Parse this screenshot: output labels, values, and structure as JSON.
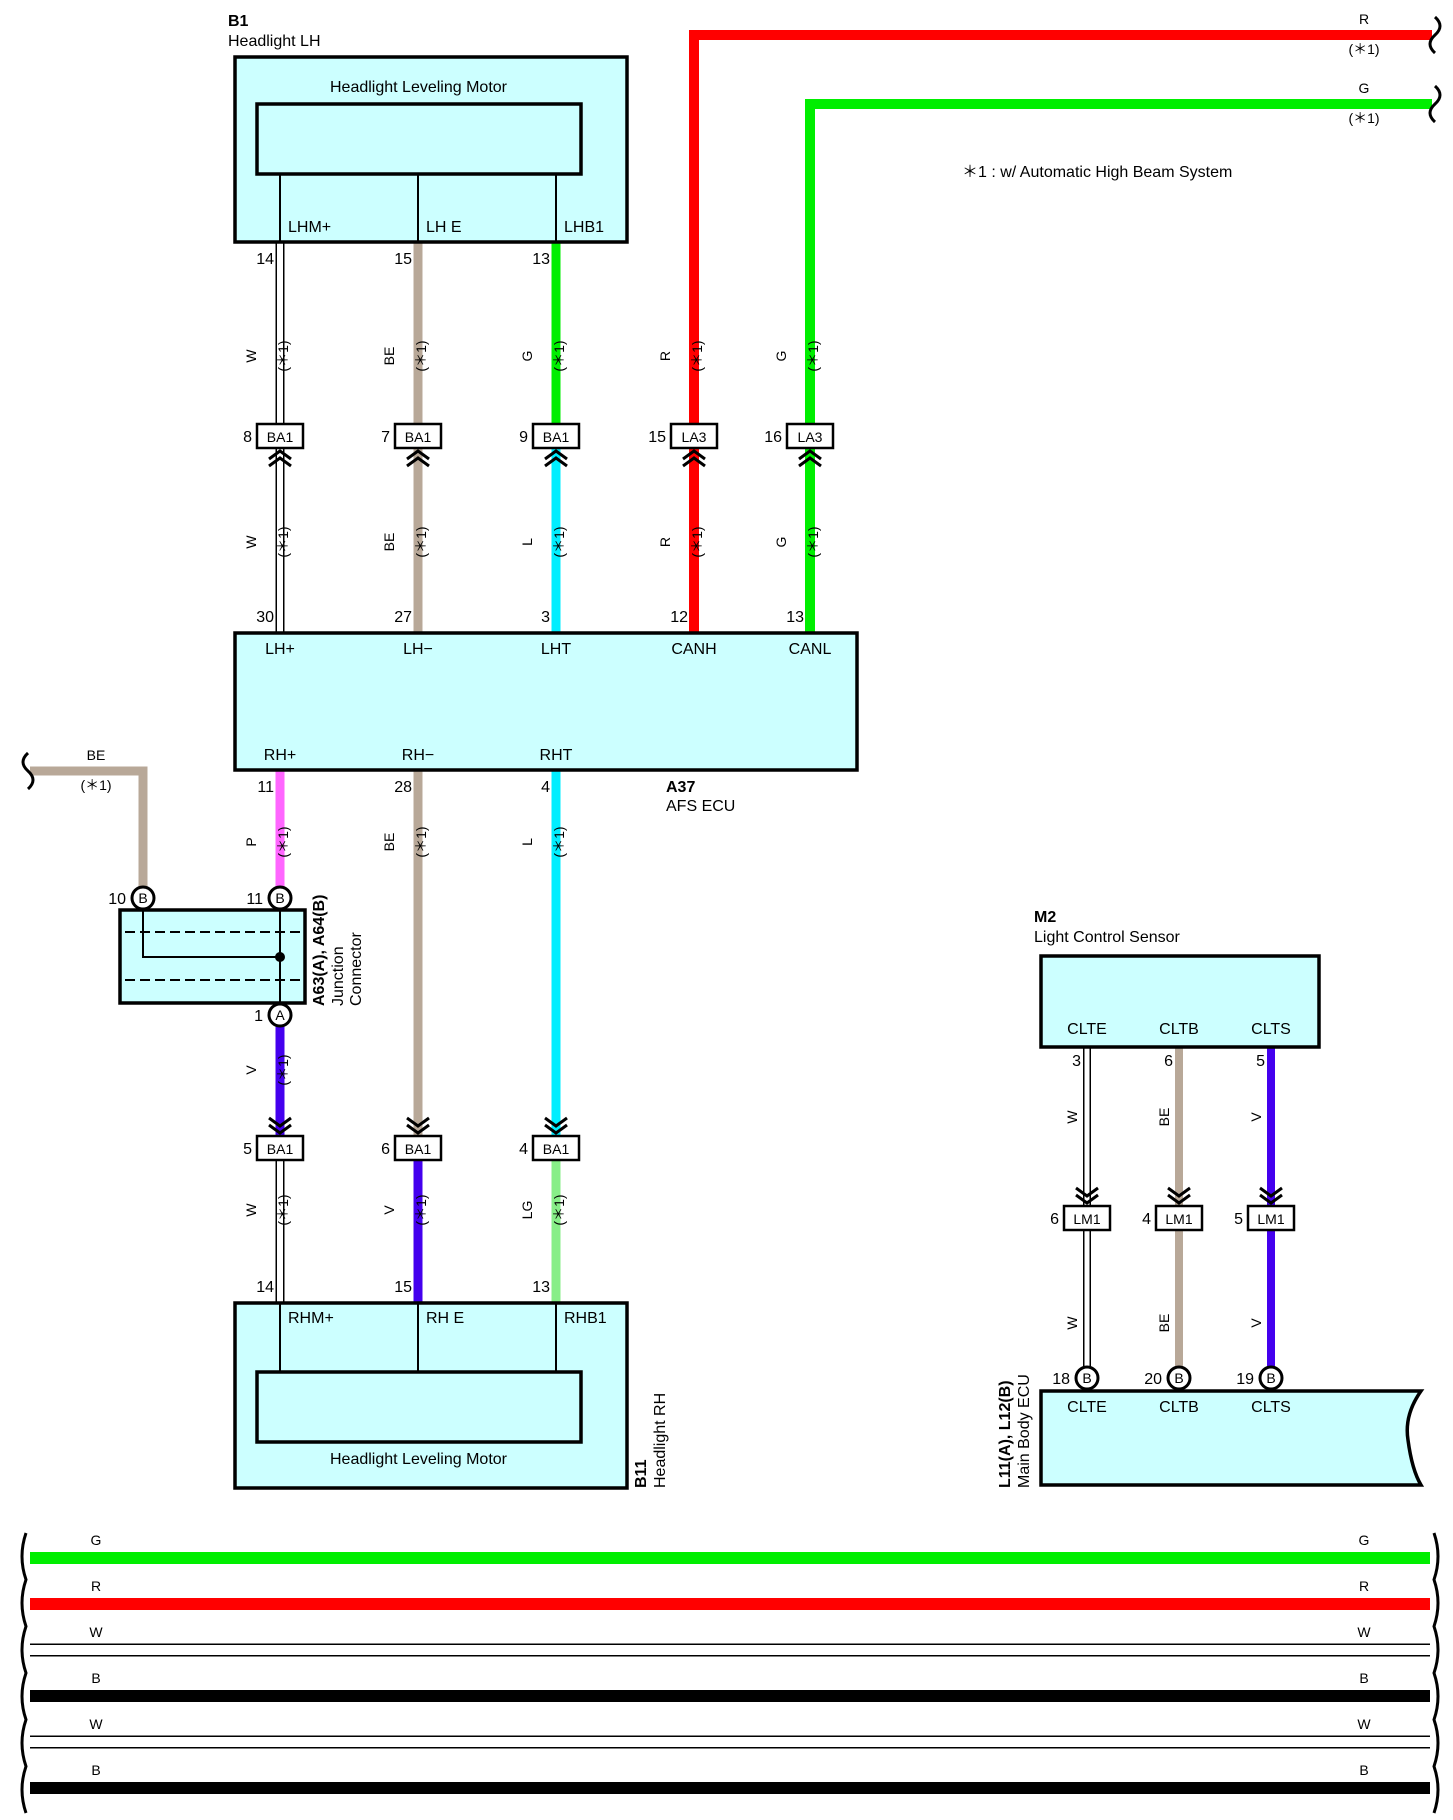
{
  "note": "＊1 : w/ Automatic High Beam System",
  "cond": "(＊1)",
  "components": {
    "b1": {
      "code": "B1",
      "name": "Headlight LH",
      "motor": "Headlight Leveling Motor",
      "pins": [
        {
          "label": "LHM+",
          "num": "14"
        },
        {
          "label": "LH E",
          "num": "15"
        },
        {
          "label": "LHB1",
          "num": "13"
        }
      ]
    },
    "a37": {
      "code": "A37",
      "name": "AFS ECU",
      "top_pins": [
        {
          "label": "LH+",
          "num": "30"
        },
        {
          "label": "LH−",
          "num": "27"
        },
        {
          "label": "LHT",
          "num": "3"
        },
        {
          "label": "CANH",
          "num": "12"
        },
        {
          "label": "CANL",
          "num": "13"
        }
      ],
      "bottom_pins": [
        {
          "label": "RH+",
          "num": "11"
        },
        {
          "label": "RH−",
          "num": "28"
        },
        {
          "label": "RHT",
          "num": "4"
        }
      ]
    },
    "b11": {
      "code": "B11",
      "name": "Headlight RH",
      "motor": "Headlight Leveling Motor",
      "pins": [
        {
          "label": "RHM+",
          "num": "14"
        },
        {
          "label": "RH E",
          "num": "15"
        },
        {
          "label": "RHB1",
          "num": "13"
        }
      ]
    },
    "junction": {
      "code": "A63(A), A64(B)",
      "name1": "Junction",
      "name2": "Connector",
      "pins": [
        {
          "num": "10",
          "letter": "B"
        },
        {
          "num": "11",
          "letter": "B"
        },
        {
          "num": "1",
          "letter": "A"
        }
      ]
    },
    "m2": {
      "code": "M2",
      "name": "Light Control Sensor",
      "pins": [
        {
          "label": "CLTE",
          "num": "3"
        },
        {
          "label": "CLTB",
          "num": "6"
        },
        {
          "label": "CLTS",
          "num": "5"
        }
      ]
    },
    "body_ecu": {
      "code": "L11(A), L12(B)",
      "name": "Main Body ECU",
      "pins": [
        {
          "label": "CLTE",
          "num": "18",
          "letter": "B"
        },
        {
          "label": "CLTB",
          "num": "20",
          "letter": "B"
        },
        {
          "label": "CLTS",
          "num": "19",
          "letter": "B"
        }
      ]
    }
  },
  "connectors_upper": [
    {
      "code": "BA1",
      "num": "8"
    },
    {
      "code": "BA1",
      "num": "7"
    },
    {
      "code": "BA1",
      "num": "9"
    },
    {
      "code": "LA3",
      "num": "15"
    },
    {
      "code": "LA3",
      "num": "16"
    }
  ],
  "connectors_lower": [
    {
      "code": "BA1",
      "num": "5"
    },
    {
      "code": "BA1",
      "num": "6"
    },
    {
      "code": "BA1",
      "num": "4"
    }
  ],
  "connectors_lm": [
    {
      "code": "LM1",
      "num": "6"
    },
    {
      "code": "LM1",
      "num": "4"
    },
    {
      "code": "LM1",
      "num": "5"
    }
  ],
  "wire_labels": {
    "w1_top": "W",
    "w2_top": "BE",
    "w3_top": "G",
    "w4_top": "R",
    "w5_top": "G",
    "w1_bot": "W",
    "w2_bot": "BE",
    "w3_bot": "L",
    "w4_bot": "R",
    "w5_bot": "G",
    "rh1": "P",
    "rh2": "BE",
    "rh3": "L",
    "jv": "V",
    "b11_1": "W",
    "b11_2": "V",
    "b11_3": "LG",
    "m2_1": "W",
    "m2_2": "BE",
    "m2_3": "V",
    "lm_1": "W",
    "lm_2": "BE",
    "lm_3": "V",
    "be_feed": "BE",
    "r_out": "R",
    "g_out": "G"
  },
  "bus_wires": [
    {
      "label": "G",
      "color": "#00ee00"
    },
    {
      "label": "R",
      "color": "#ff0000"
    },
    {
      "label": "W",
      "color": "#ffffff"
    },
    {
      "label": "B",
      "color": "#000000"
    },
    {
      "label": "W",
      "color": "#ffffff"
    },
    {
      "label": "B",
      "color": "#000000"
    }
  ],
  "colors": {
    "W": "#ffffff",
    "BE": "#b8a898",
    "G": "#00ee00",
    "R": "#ff0000",
    "L": "#00eeff",
    "P": "#ff66ff",
    "V": "#4400ee",
    "LG": "#88ee88",
    "B": "#000000",
    "box": "#ccffff"
  }
}
